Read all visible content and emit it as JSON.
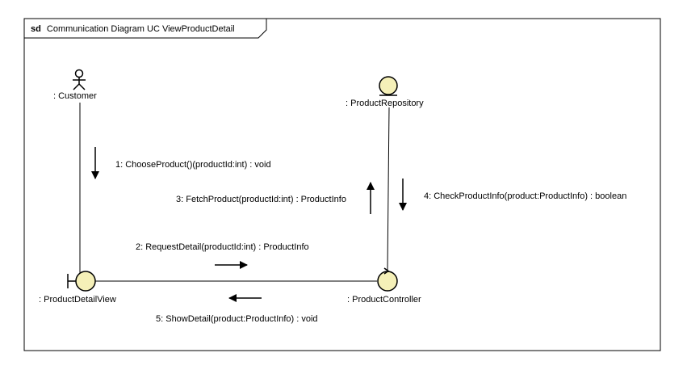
{
  "frame": {
    "keyword": "sd",
    "title": "Communication Diagram UC ViewProductDetail"
  },
  "objects": {
    "customer": {
      "label": ":  Customer",
      "stereotype": "actor-icon"
    },
    "product_repository": {
      "label": ": ProductRepository",
      "stereotype": "entity-icon"
    },
    "product_detail_view": {
      "label": ": ProductDetailView",
      "stereotype": "boundary-icon"
    },
    "product_controller": {
      "label": ": ProductController",
      "stereotype": "control-icon"
    }
  },
  "messages": {
    "m1": {
      "text": "1: ChooseProduct()(productId:int) : void",
      "direction": "down"
    },
    "m2": {
      "text": "2: RequestDetail(productId:int) : ProductInfo",
      "direction": "right"
    },
    "m3": {
      "text": "3: FetchProduct(productId:int) : ProductInfo",
      "direction": "up"
    },
    "m4": {
      "text": "4: CheckProductInfo(product:ProductInfo) : boolean",
      "direction": "down"
    },
    "m5": {
      "text": "5: ShowDetail(product:ProductInfo) : void",
      "direction": "left"
    }
  },
  "colors": {
    "object_fill": "#f5f0b8",
    "line": "#000000"
  }
}
